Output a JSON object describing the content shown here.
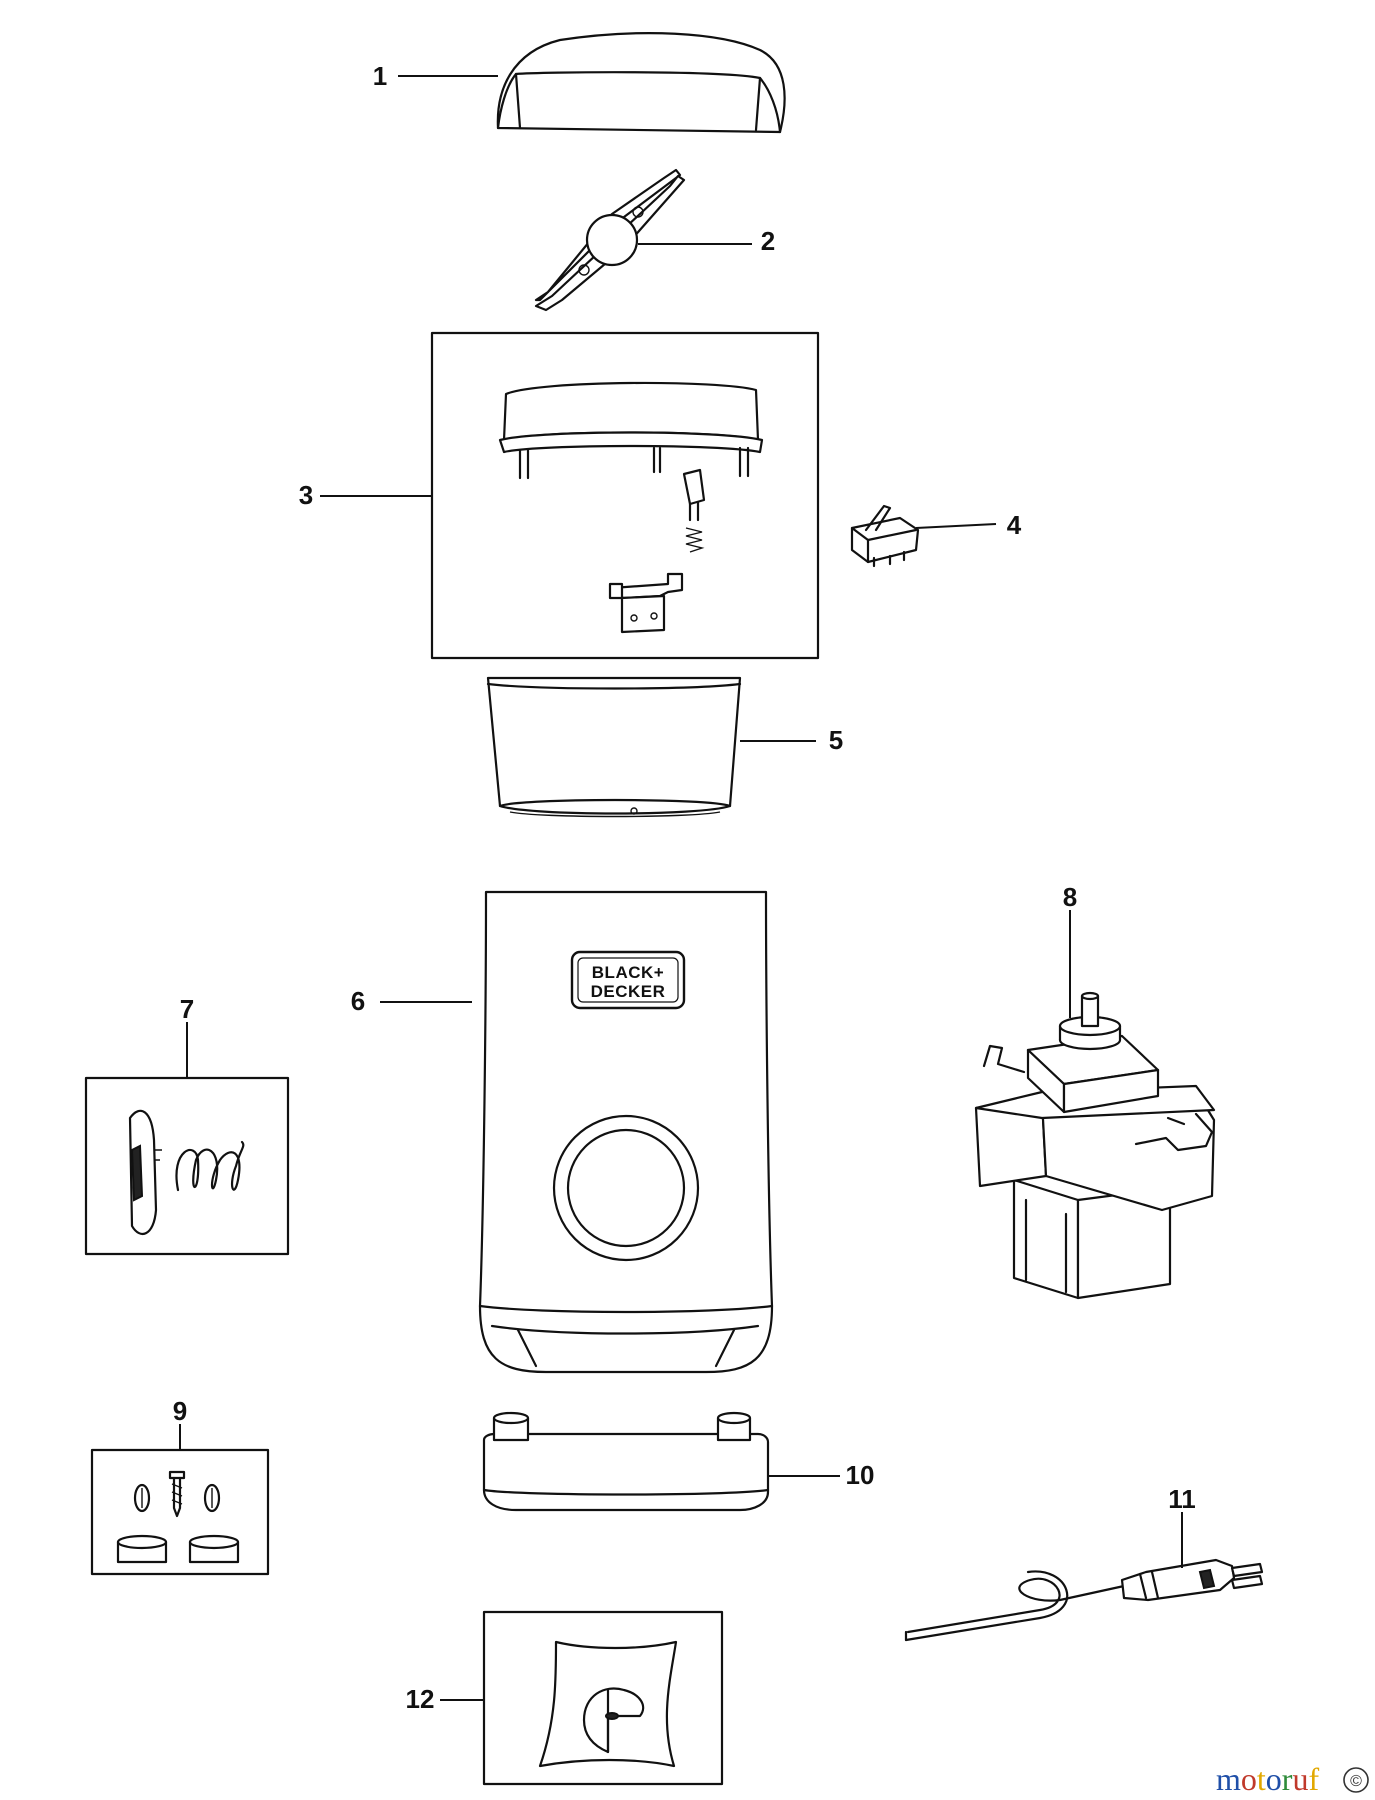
{
  "callouts": {
    "c1": "1",
    "c2": "2",
    "c3": "3",
    "c4": "4",
    "c5": "5",
    "c6": "6",
    "c7": "7",
    "c8": "8",
    "c9": "9",
    "c10": "10",
    "c11": "11",
    "c12": "12"
  },
  "brand_logo": {
    "line1": "BLACK+",
    "line2": "DECKER"
  },
  "watermark": {
    "letters": [
      "m",
      "o",
      "t",
      "o",
      "r",
      "u",
      "f"
    ],
    "colors": [
      "#1f4fa8",
      "#c0392b",
      "#e2a800",
      "#1f4fa8",
      "#2e8b3a",
      "#c0392b",
      "#e2a800"
    ],
    "badge": "©"
  }
}
